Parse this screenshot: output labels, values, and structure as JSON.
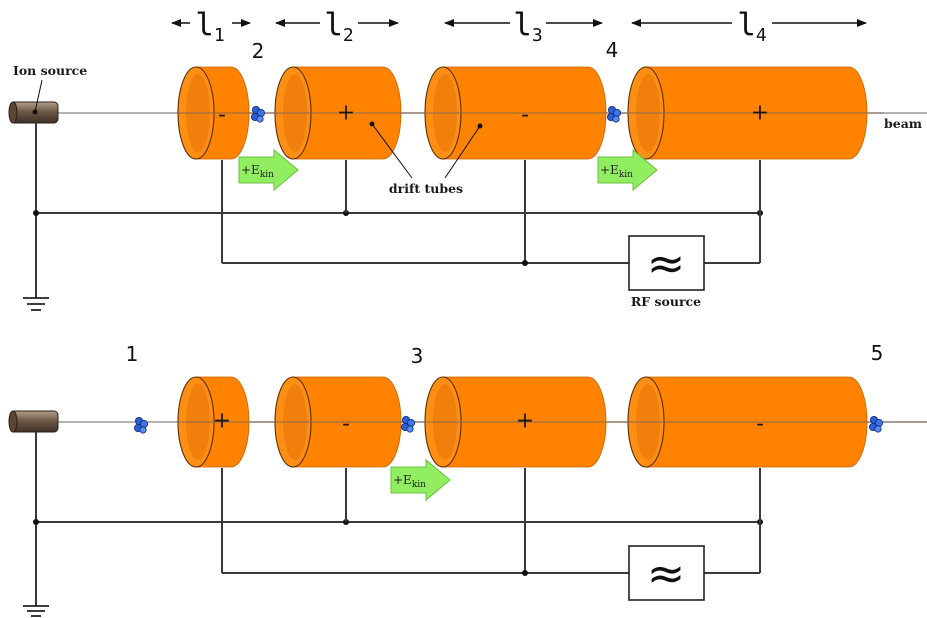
{
  "labels": {
    "ion_source": "Ion source",
    "beam": "beam",
    "drift_tubes": "drift tubes",
    "rf_source": "RF source",
    "rf_symbol": "≈"
  },
  "lengths": [
    {
      "letter": "l",
      "sub": "1"
    },
    {
      "letter": "l",
      "sub": "2"
    },
    {
      "letter": "l",
      "sub": "3"
    },
    {
      "letter": "l",
      "sub": "4"
    }
  ],
  "energy_arrow": {
    "text": "+E",
    "sub": "kin"
  },
  "positions": {
    "top": [
      "2",
      "4"
    ],
    "bottom": [
      "1",
      "3",
      "5"
    ]
  },
  "polarity": {
    "top": [
      "-",
      "+",
      "-",
      "+"
    ],
    "bottom": [
      "+",
      "-",
      "+",
      "-"
    ]
  },
  "colors": {
    "tube": "#ff8200",
    "arrow": "#90ee60",
    "ion": "#2a5fd6",
    "wire": "#3a3a3a"
  }
}
